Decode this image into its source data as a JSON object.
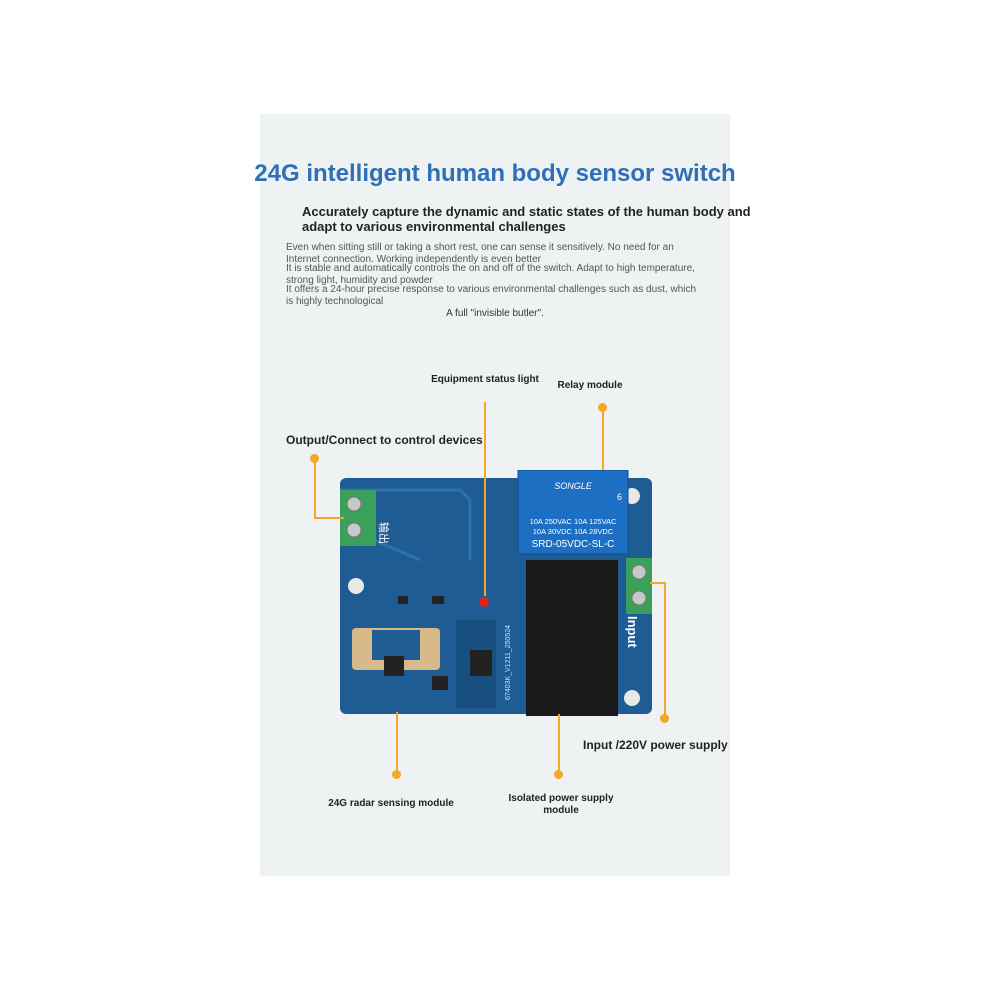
{
  "header": {
    "title": "24G intelligent human body sensor switch",
    "subtitle": "Accurately capture the dynamic and static states of the human body and adapt to various environmental challenges"
  },
  "descriptions": [
    "Even when sitting still or taking a short rest, one can sense it sensitively. No need for an Internet connection. Working independently is even better",
    "It is stable and automatically controls the on and off of the switch. Adapt to high temperature, strong light, humidity and powder",
    "It offers a 24-hour precise response to various environmental challenges such as dust, which is highly technological"
  ],
  "center_line": "A full \"invisible butler\".",
  "labels": {
    "status_light": "Equipment status light",
    "relay": "Relay module",
    "output": "Output/Connect to control devices",
    "input_power": "Input /220V power supply",
    "radar": "24G radar sensing module",
    "isolated": "Isolated power supply module"
  },
  "board": {
    "relay_brand": "SONGLE",
    "relay_rating_1": "10A 250VAC  10A 125VAC",
    "relay_rating_2": "10A  30VDC  10A  28VDC",
    "relay_model": "SRD-05VDC-SL-C",
    "input_text": "Input",
    "output_text": "输出",
    "pcb_code": "67403K_V1211_250524",
    "relay_number": "6"
  },
  "colors": {
    "accent": "#f5a623",
    "title": "#2f6fb7",
    "pcb": "#1f5c93",
    "relay": "#1d6fc4"
  }
}
